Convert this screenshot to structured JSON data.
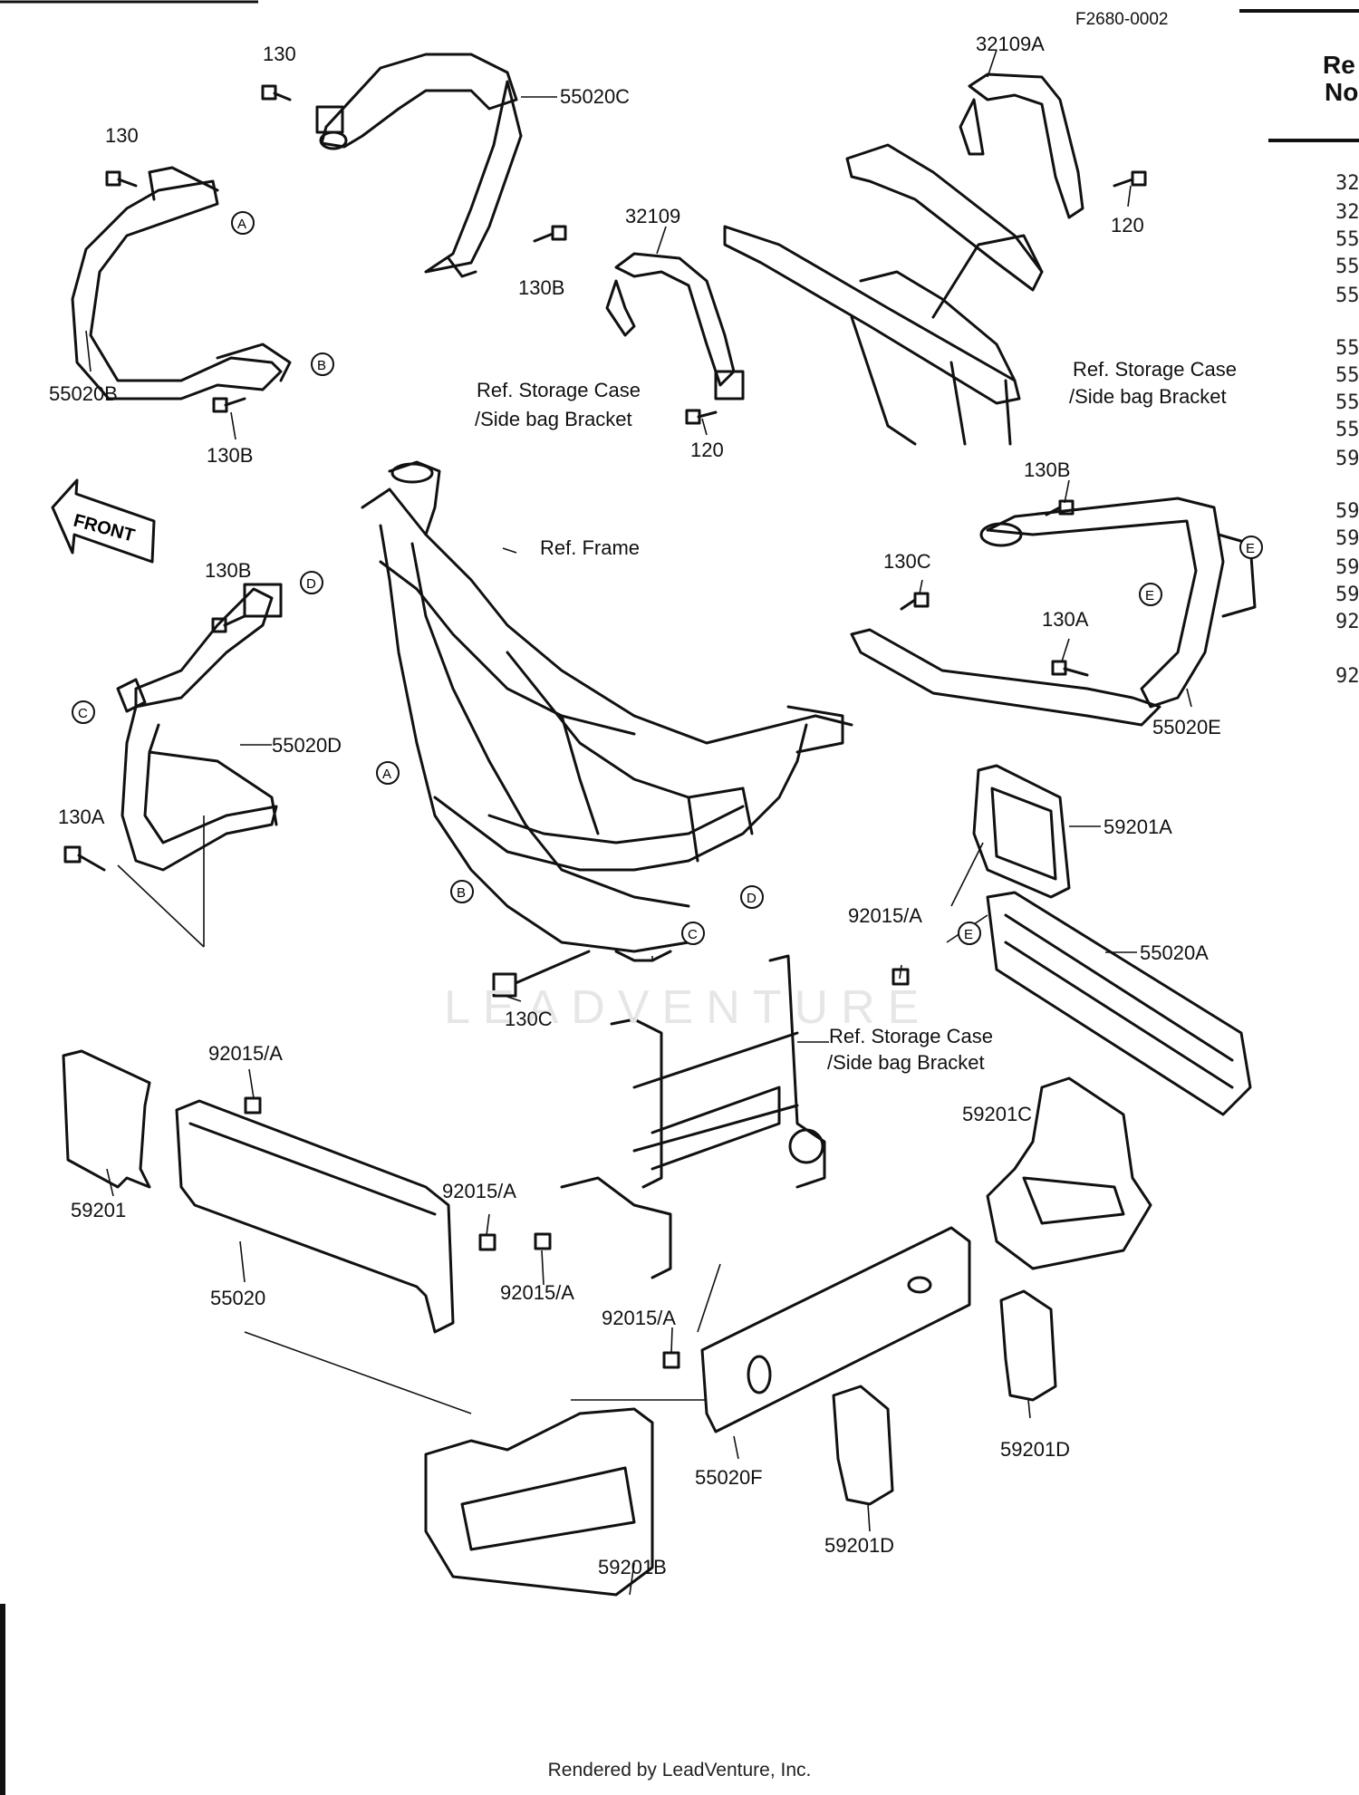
{
  "figure_id": "F2680-0002",
  "header": {
    "line1": "Re",
    "line2": "No"
  },
  "side_refs": [
    "32",
    "32",
    "55",
    "55",
    "55",
    "55",
    "55",
    "55",
    "55",
    "59",
    "59",
    "59",
    "59",
    "59",
    "92",
    "92"
  ],
  "front_label": "FRONT",
  "callouts": {
    "a1": "A",
    "a2": "A",
    "b1": "B",
    "b2": "B",
    "c1": "C",
    "c2": "C",
    "d1": "D",
    "d2": "D",
    "e1": "E",
    "e2": "E",
    "e3": "E"
  },
  "labels": {
    "p130": "130",
    "p130_2": "130",
    "p55020c": "55020C",
    "p32109a": "32109A",
    "p32109": "32109",
    "p120_top": "120",
    "p120_mid": "120",
    "p130b_1": "130B",
    "p130b_2": "130B",
    "p55020b": "55020B",
    "ref_case_left_1": "Ref. Storage Case",
    "ref_case_left_2": "/Side bag Bracket",
    "ref_case_right_1": "Ref. Storage Case",
    "ref_case_right_2": "/Side bag Bracket",
    "p130b_3": "130B",
    "p130b_4": "130B",
    "p130c_1": "130C",
    "p130a_1": "130A",
    "p55020e": "55020E",
    "ref_frame": "Ref. Frame",
    "p55020d": "55020D",
    "p130a_2": "130A",
    "p59201a": "59201A",
    "p92015a_1": "92015/A",
    "p55020a": "55020A",
    "p130c_2": "130C",
    "ref_case_low_1": "Ref. Storage Case",
    "ref_case_low_2": "/Side bag Bracket",
    "p92015a_2": "92015/A",
    "p59201": "59201",
    "p92015a_3": "92015/A",
    "p59201c": "59201C",
    "p55020": "55020",
    "p92015a_4": "92015/A",
    "p92015a_5": "92015/A",
    "p59201d_1": "59201D",
    "p55020f": "55020F",
    "p59201d_2": "59201D",
    "p59201b": "59201B"
  },
  "watermark": "LEADVENTURE",
  "footer": "Rendered by LeadVenture, Inc."
}
